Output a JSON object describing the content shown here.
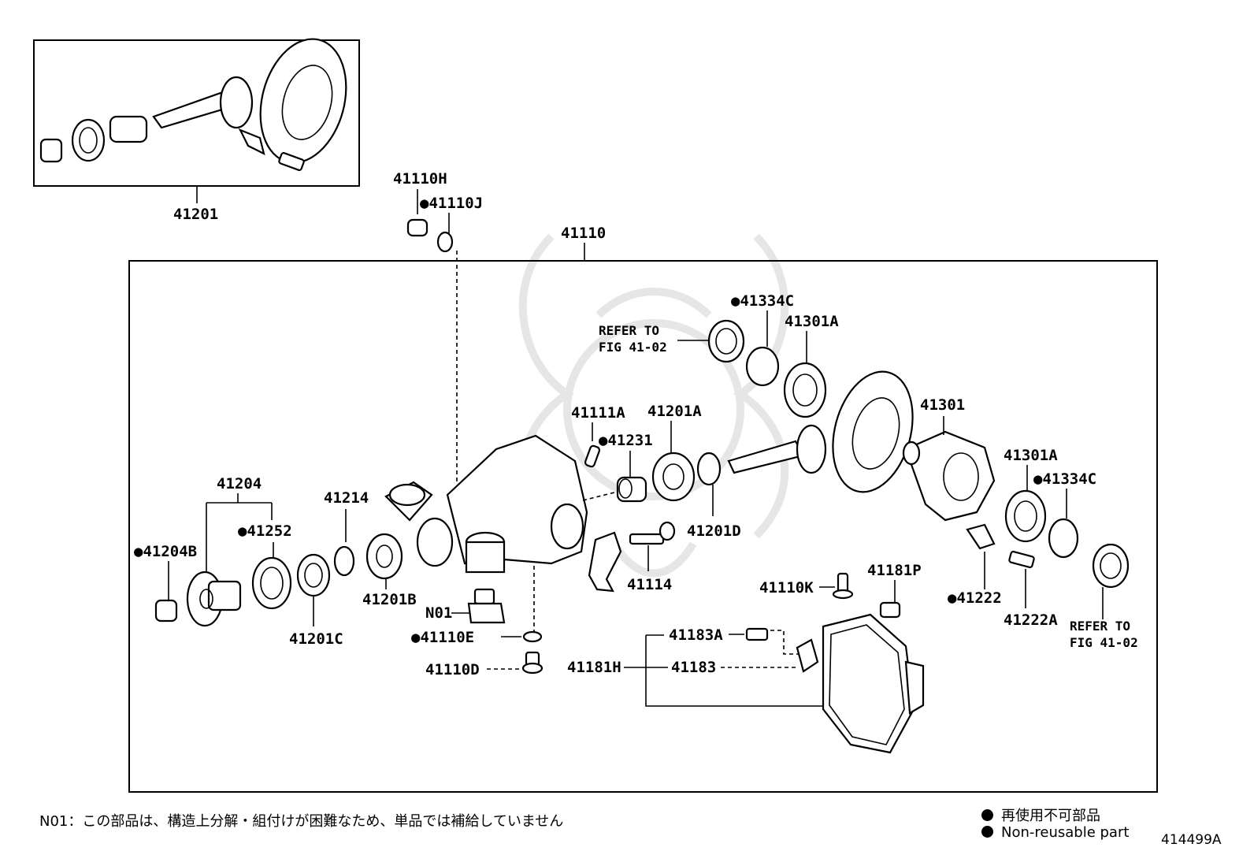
{
  "labels": {
    "l41201": "41201",
    "l41110H": "41110H",
    "l41110J": "●41110J",
    "l41110": "41110",
    "l41334C_top": "●41334C",
    "l41301A_top": "41301A",
    "refer_top_1": "REFER TO",
    "refer_top_2": "FIG 41-02",
    "l41301": "41301",
    "l41111A": "41111A",
    "l41231": "●41231",
    "l41201A": "41201A",
    "l41201D": "41201D",
    "l41301A_right": "41301A",
    "l41334C_right": "●41334C",
    "l41204": "41204",
    "l41252": "●41252",
    "l41214": "41214",
    "l41204B": "●41204B",
    "l41201B": "41201B",
    "l41201C": "41201C",
    "l41114": "41114",
    "lN01": "N01",
    "l41110E": "●41110E",
    "l41110D": "41110D",
    "l41110K": "41110K",
    "l41181P": "41181P",
    "l41183A": "41183A",
    "l41181H": "41181H",
    "l41183": "41183",
    "l41222": "●41222",
    "l41222A": "41222A",
    "refer_bottom_1": "REFER TO",
    "refer_bottom_2": "FIG 41-02"
  },
  "footer": {
    "note_n01": "N01：この部品は、構造上分解・組付けが困難なため、単品では補給していません",
    "legend_jp": "再使用不可部品",
    "legend_en": "Non-reusable part",
    "figure_id": "414499A"
  },
  "icons": {
    "non_reusable_marker": "filled-black-dot"
  }
}
